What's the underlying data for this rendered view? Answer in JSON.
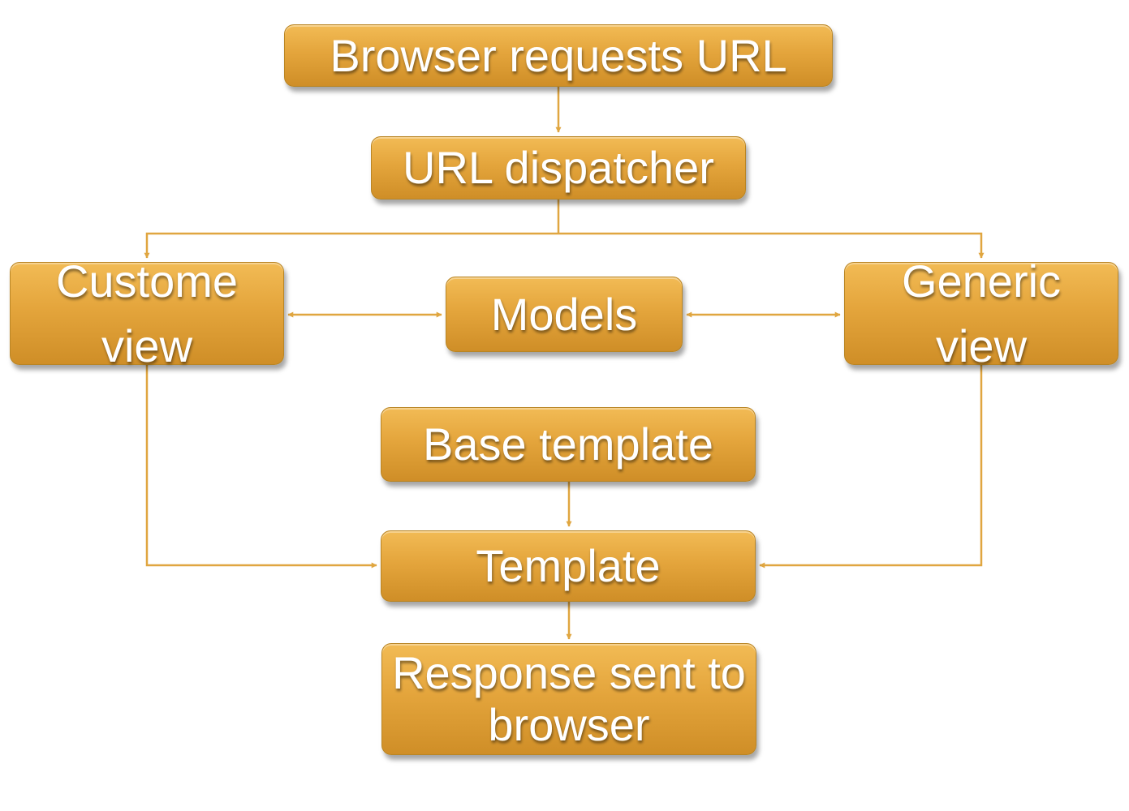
{
  "diagram": {
    "nodes": {
      "browser_request": "Browser requests URL",
      "url_dispatcher": "URL dispatcher",
      "custom_view": "Custome view",
      "models": "Models",
      "generic_view": "Generic view",
      "base_template": "Base template",
      "template": "Template",
      "response": "Response sent to browser"
    },
    "edges": [
      {
        "from": "browser_request",
        "to": "url_dispatcher",
        "direction": "forward"
      },
      {
        "from": "url_dispatcher",
        "to": "custom_view",
        "direction": "forward"
      },
      {
        "from": "url_dispatcher",
        "to": "generic_view",
        "direction": "forward"
      },
      {
        "from": "custom_view",
        "to": "models",
        "direction": "both"
      },
      {
        "from": "models",
        "to": "generic_view",
        "direction": "both"
      },
      {
        "from": "base_template",
        "to": "template",
        "direction": "forward"
      },
      {
        "from": "custom_view",
        "to": "template",
        "direction": "forward"
      },
      {
        "from": "generic_view",
        "to": "template",
        "direction": "forward"
      },
      {
        "from": "template",
        "to": "response",
        "direction": "forward"
      }
    ],
    "colors": {
      "node_fill": "#e4a53c",
      "node_text": "#ffffff",
      "connector": "#e0a640"
    }
  }
}
